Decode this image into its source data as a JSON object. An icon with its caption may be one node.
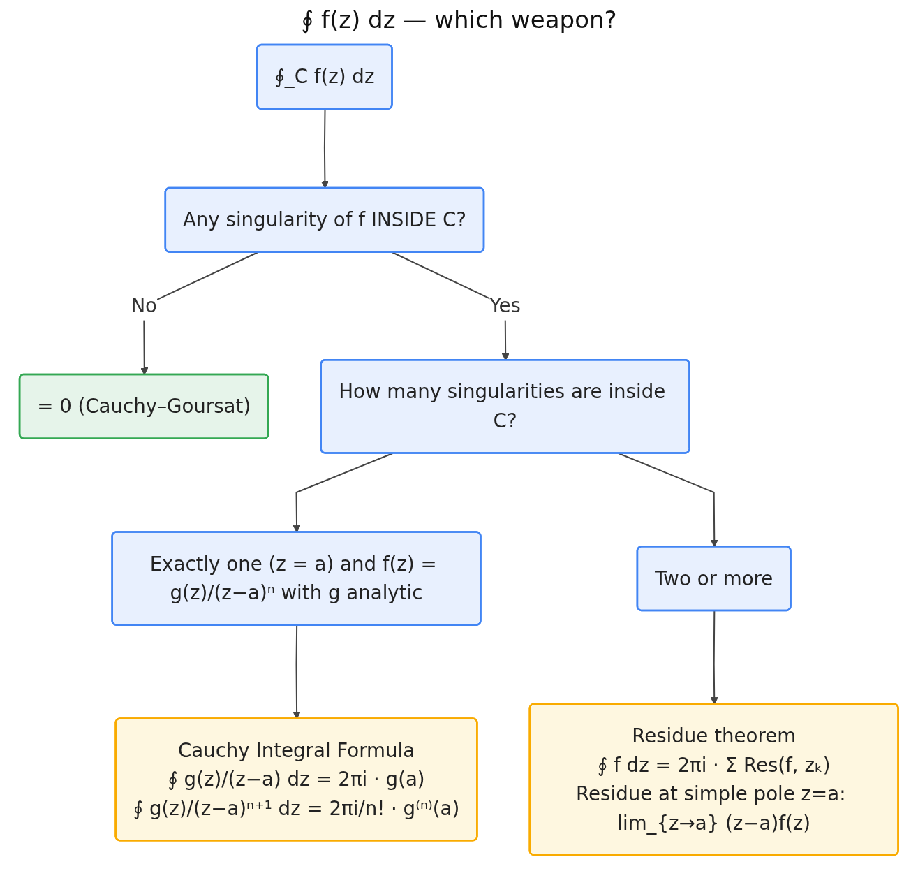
{
  "diagram": {
    "title": "∮ f(z) dz — which weapon?",
    "nodes": [
      {
        "text": [
          "∮_C f(z) dz"
        ]
      },
      {
        "text": [
          "Any singularity of f INSIDE C?"
        ]
      },
      {
        "text": [
          "= 0 (Cauchy–Goursat)"
        ]
      },
      {
        "text": [
          "How many singularities are inside C?"
        ]
      },
      {
        "text": [
          "Exactly one (z = a) and f(z) = g(z)/(z−a)ⁿ with g analytic"
        ]
      },
      {
        "text": [
          "Two or more"
        ]
      },
      {
        "text": [
          "Cauchy Integral Formula",
          "∮ g(z)/(z−a) dz = 2πi · g(a)",
          "∮ g(z)/(z−a)ⁿ⁺¹ dz = 2πi/n! · g⁽ⁿ⁾(a)"
        ]
      },
      {
        "text": [
          "Residue theorem",
          "∮ f dz = 2πi · Σ Res(f, zₖ)",
          "Residue at simple pole z=a: lim_{z→a} (z−a)f(z)"
        ]
      }
    ],
    "edges": [
      {
        "from": 0,
        "to": 1,
        "arrow": "to"
      },
      {
        "from": 1,
        "to": 2,
        "label": "No",
        "arrow": "to"
      },
      {
        "from": 1,
        "to": 3,
        "label": "Yes",
        "arrow": "to"
      },
      {
        "from": 3,
        "to": 4,
        "arrow": "to"
      },
      {
        "from": 3,
        "to": 5,
        "arrow": "to"
      },
      {
        "from": 4,
        "to": 6,
        "arrow": "to"
      },
      {
        "from": 5,
        "to": 7,
        "arrow": "to"
      }
    ]
  }
}
